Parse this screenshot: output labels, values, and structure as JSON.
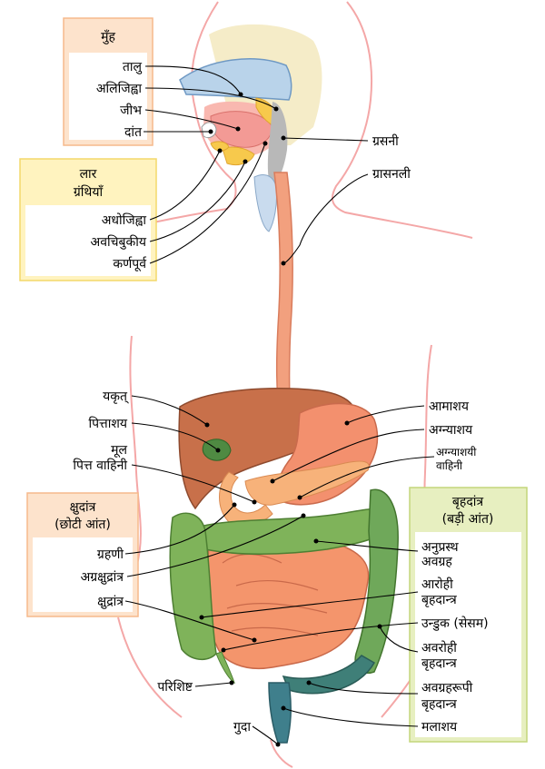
{
  "groups": {
    "mouth": "मुँह",
    "salivary_1": "लार",
    "salivary_2": "ग्रंथियाँ",
    "small_intestine_1": "क्षुदांत्र",
    "small_intestine_2": "(छोटी आंत)",
    "large_intestine_1": "बृहदांत्र",
    "large_intestine_2": "(बड़ी आंत)"
  },
  "labels": {
    "palate": "तालु",
    "uvula": "अलिजिह्वा",
    "tongue": "जीभ",
    "teeth": "दांत",
    "pharynx": "ग्रसनी",
    "esophagus": "ग्रासनली",
    "sublingual": "अधोजिह्वा",
    "submandibular": "अवचिबुकीय",
    "parotid": "कर्णपूर्व",
    "liver": "यकृत्",
    "gallbladder": "पित्ताशय",
    "bile_duct_1": "मूल",
    "bile_duct_2": "पित्त वाहिनी",
    "stomach": "आमाशय",
    "pancreas": "अग्न्याशय",
    "pancreatic_duct_1": "अग्न्याशयी",
    "pancreatic_duct_2": "वाहिनी",
    "duodenum": "ग्रहणी",
    "jejunum": "अग्रक्षुद्रांत्र",
    "ileum": "क्षुद्रांत्र",
    "transverse_colon_1": "अनुप्रस्थ",
    "transverse_colon_2": "अवग्रह",
    "ascending_colon_1": "आरोही",
    "ascending_colon_2": "बृहदान्त्र",
    "cecum": "उन्डुक (सेसम)",
    "descending_colon_1": "अवरोही",
    "descending_colon_2": "बृहदान्त्र",
    "sigmoid_colon_1": "अवग्रहरूपी",
    "sigmoid_colon_2": "बृहदान्त्र",
    "rectum": "मलाशय",
    "appendix": "परिशिष्ट",
    "anus": "गुदा"
  },
  "colors": {
    "mouth_box": "#fde3cc",
    "mouth_border": "#f6b98c",
    "salivary_box": "#fff3bf",
    "salivary_border": "#f3d86a",
    "small_int_box": "#fde3cc",
    "small_int_border": "#f6b98c",
    "large_int_box": "#e7efc0",
    "large_int_border": "#c3d67a",
    "liver": "#c8704a",
    "stomach": "#f3906e",
    "small_intestine": "#f4956c",
    "colon": "#7fb35a",
    "esophagus": "#f2a07e",
    "salivary_gland": "#f7c94c",
    "palate": "#b9d3ea",
    "body_outline": "#f4a7a7"
  }
}
